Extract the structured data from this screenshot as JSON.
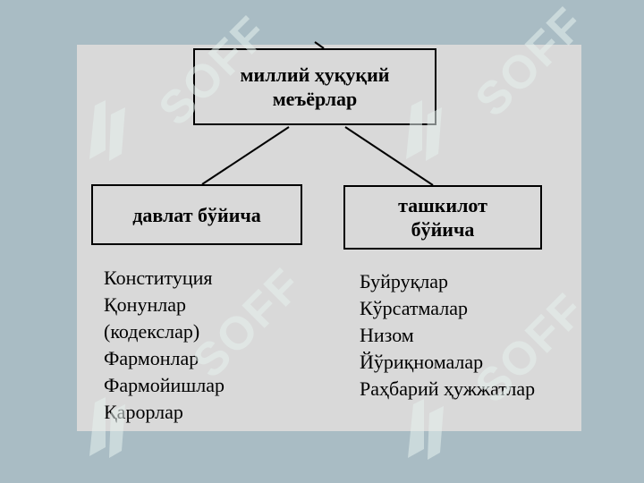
{
  "diagram": {
    "top_box": "миллий ҳуқуқий\nмеъёрлар",
    "left_box": "давлат бўйича",
    "right_box": "ташкилот\nбўйича",
    "left_items": [
      "Конституция",
      "Қонунлар",
      "(кодекслар)",
      "Фармонлар",
      "Фармойишлар",
      "Қарорлар"
    ],
    "right_items": [
      "Буйруқлар",
      "Кўрсатмалар",
      "Низом",
      "Йўриқномалар",
      "Раҳбарий ҳужжатлар"
    ]
  },
  "watermark": {
    "text": "SOFF",
    "color": "#e6f1ee"
  },
  "colors": {
    "background": "#a9bcc4",
    "slide": "#d9d9d9",
    "line": "#000000"
  }
}
